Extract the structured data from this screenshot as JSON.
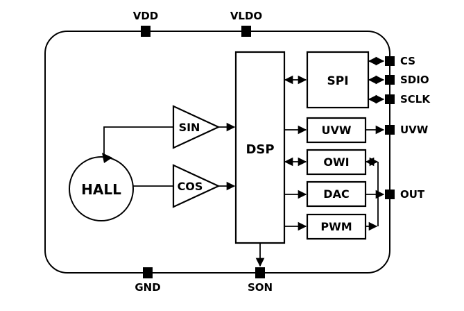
{
  "pins": {
    "top": [
      {
        "name": "VDD"
      },
      {
        "name": "VLDO"
      }
    ],
    "bottom": [
      {
        "name": "GND"
      },
      {
        "name": "SON"
      }
    ],
    "right": [
      {
        "name": "CS"
      },
      {
        "name": "SDIO"
      },
      {
        "name": "SCLK"
      },
      {
        "name": "UVW"
      },
      {
        "name": "OUT"
      }
    ]
  },
  "blocks": {
    "hall": {
      "label": "HALL"
    },
    "sin_amp": {
      "label": "SIN"
    },
    "cos_amp": {
      "label": "COS"
    },
    "dsp": {
      "label": "DSP"
    },
    "spi": {
      "label": "SPI"
    },
    "uvw": {
      "label": "UVW"
    },
    "owi": {
      "label": "OWI"
    },
    "dac": {
      "label": "DAC"
    },
    "pwm": {
      "label": "PWM"
    }
  },
  "colors": {
    "stroke": "#000000",
    "pad": "#000000",
    "background": "#ffffff"
  }
}
